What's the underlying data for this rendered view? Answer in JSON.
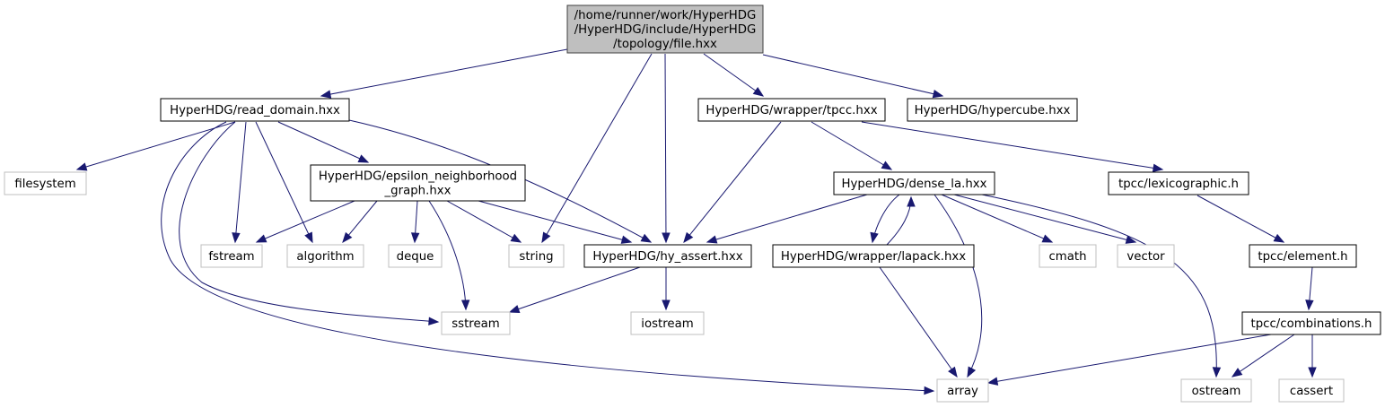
{
  "colors": {
    "edge": "#191970",
    "root_fill": "#bfbfbf",
    "root_border": "#404040",
    "local_border": "#000000",
    "system_border": "#bfbfbf",
    "background": "#ffffff"
  },
  "nodes": [
    {
      "id": "root",
      "kind": "root",
      "lines": [
        "/home/runner/work/HyperHDG",
        "/HyperHDG/include/HyperHDG",
        "/topology/file.hxx"
      ]
    },
    {
      "id": "read_domain",
      "kind": "local",
      "lines": [
        "HyperHDG/read_domain.hxx"
      ]
    },
    {
      "id": "tpcc_wrapper",
      "kind": "local",
      "lines": [
        "HyperHDG/wrapper/tpcc.hxx"
      ]
    },
    {
      "id": "hypercube",
      "kind": "local",
      "lines": [
        "HyperHDG/hypercube.hxx"
      ]
    },
    {
      "id": "filesystem",
      "kind": "system",
      "lines": [
        "filesystem"
      ]
    },
    {
      "id": "epsilon",
      "kind": "local",
      "lines": [
        "HyperHDG/epsilon_neighborhood",
        "_graph.hxx"
      ]
    },
    {
      "id": "dense_la",
      "kind": "local",
      "lines": [
        "HyperHDG/dense_la.hxx"
      ]
    },
    {
      "id": "lexicographic",
      "kind": "local",
      "lines": [
        "tpcc/lexicographic.h"
      ]
    },
    {
      "id": "fstream",
      "kind": "system",
      "lines": [
        "fstream"
      ]
    },
    {
      "id": "algorithm",
      "kind": "system",
      "lines": [
        "algorithm"
      ]
    },
    {
      "id": "deque",
      "kind": "system",
      "lines": [
        "deque"
      ]
    },
    {
      "id": "string",
      "kind": "system",
      "lines": [
        "string"
      ]
    },
    {
      "id": "hy_assert",
      "kind": "local",
      "lines": [
        "HyperHDG/hy_assert.hxx"
      ]
    },
    {
      "id": "lapack",
      "kind": "local",
      "lines": [
        "HyperHDG/wrapper/lapack.hxx"
      ]
    },
    {
      "id": "cmath",
      "kind": "system",
      "lines": [
        "cmath"
      ]
    },
    {
      "id": "vector",
      "kind": "system",
      "lines": [
        "vector"
      ]
    },
    {
      "id": "element",
      "kind": "local",
      "lines": [
        "tpcc/element.h"
      ]
    },
    {
      "id": "sstream",
      "kind": "system",
      "lines": [
        "sstream"
      ]
    },
    {
      "id": "iostream",
      "kind": "system",
      "lines": [
        "iostream"
      ]
    },
    {
      "id": "combinations",
      "kind": "local",
      "lines": [
        "tpcc/combinations.h"
      ]
    },
    {
      "id": "array",
      "kind": "system",
      "lines": [
        "array"
      ]
    },
    {
      "id": "ostream",
      "kind": "system",
      "lines": [
        "ostream"
      ]
    },
    {
      "id": "cassert",
      "kind": "system",
      "lines": [
        "cassert"
      ]
    }
  ],
  "edges": [
    [
      "root",
      "read_domain"
    ],
    [
      "root",
      "string"
    ],
    [
      "root",
      "hy_assert"
    ],
    [
      "root",
      "tpcc_wrapper"
    ],
    [
      "root",
      "hypercube"
    ],
    [
      "read_domain",
      "filesystem"
    ],
    [
      "read_domain",
      "array"
    ],
    [
      "read_domain",
      "sstream"
    ],
    [
      "read_domain",
      "fstream"
    ],
    [
      "read_domain",
      "algorithm"
    ],
    [
      "read_domain",
      "epsilon"
    ],
    [
      "read_domain",
      "hy_assert"
    ],
    [
      "epsilon",
      "fstream"
    ],
    [
      "epsilon",
      "algorithm"
    ],
    [
      "epsilon",
      "deque"
    ],
    [
      "epsilon",
      "sstream"
    ],
    [
      "epsilon",
      "string"
    ],
    [
      "epsilon",
      "hy_assert"
    ],
    [
      "tpcc_wrapper",
      "hy_assert"
    ],
    [
      "tpcc_wrapper",
      "dense_la"
    ],
    [
      "tpcc_wrapper",
      "lexicographic"
    ],
    [
      "dense_la",
      "hy_assert"
    ],
    [
      "dense_la",
      "lapack"
    ],
    [
      "lapack",
      "dense_la"
    ],
    [
      "dense_la",
      "cmath"
    ],
    [
      "dense_la",
      "vector"
    ],
    [
      "dense_la",
      "array"
    ],
    [
      "dense_la",
      "ostream"
    ],
    [
      "lapack",
      "array"
    ],
    [
      "hy_assert",
      "sstream"
    ],
    [
      "hy_assert",
      "iostream"
    ],
    [
      "lexicographic",
      "element"
    ],
    [
      "element",
      "combinations"
    ],
    [
      "combinations",
      "array"
    ],
    [
      "combinations",
      "ostream"
    ],
    [
      "combinations",
      "cassert"
    ]
  ]
}
